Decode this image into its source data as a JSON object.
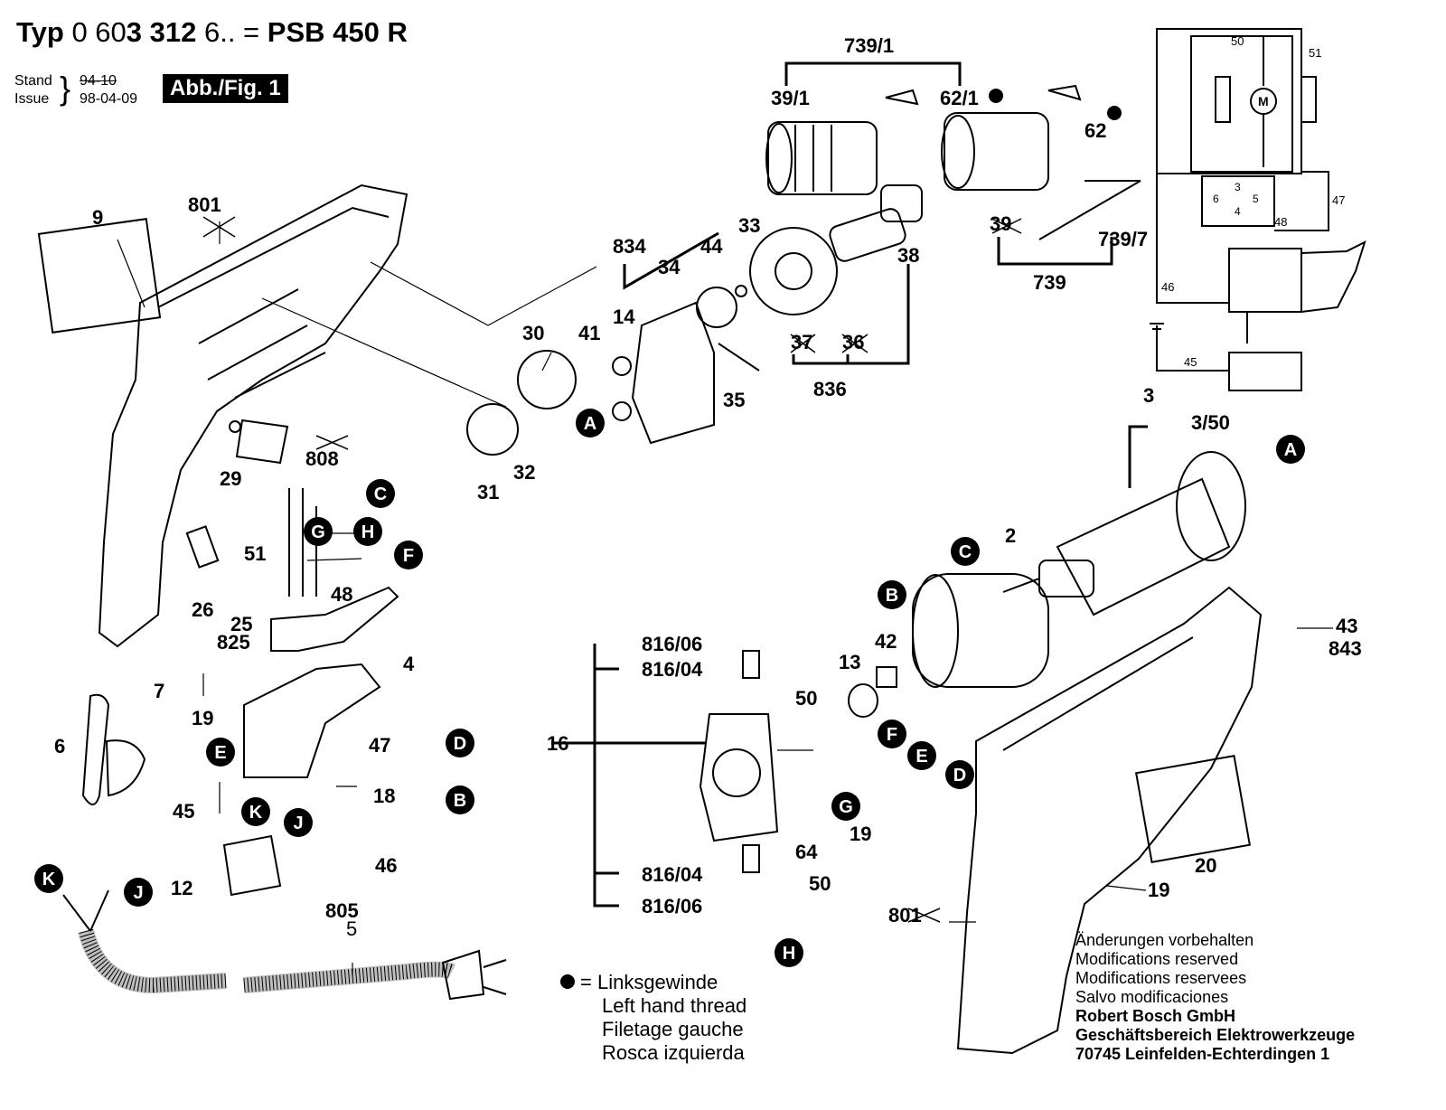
{
  "header": {
    "typ_label": "Typ",
    "number_a": "0 60",
    "number_b": "3 312",
    "number_c": " 6.. = ",
    "model": "PSB 450 R",
    "stand_label": "Stand",
    "issue_label": "Issue",
    "old_date": "94-10",
    "date": "98-04-09",
    "figure_label": "Abb./Fig. 1"
  },
  "legend": {
    "de": "= Linksgewinde",
    "en": "Left hand thread",
    "fr": "Filetage gauche",
    "es": "Rosca izquierda"
  },
  "notes": {
    "l1": "Änderungen vorbehalten",
    "l2": "Modifications reserved",
    "l3": "Modifications reservees",
    "l4": "Salvo modificaciones",
    "company": "Robert Bosch GmbH",
    "division": "Geschäftsbereich Elektrowerkzeuge",
    "address": "70745 Leinfelden-Echterdingen 1"
  },
  "part_labels": {
    "p739_1": "739/1",
    "p39_1": "39/1",
    "p62_1": "62/1",
    "p62": "62",
    "p9": "9",
    "p801a": "801",
    "p834": "834",
    "p33": "33",
    "p34": "34",
    "p44": "44",
    "p38": "38",
    "p39": "39",
    "p739_7": "739/7",
    "p739": "739",
    "p14": "14",
    "p41": "41",
    "p30": "30",
    "p37": "37",
    "p36": "36",
    "p35": "35",
    "p836": "836",
    "p29": "29",
    "p808": "808",
    "p31": "31",
    "p32": "32",
    "p3": "3",
    "p3_50": "3/50",
    "p51a": "51",
    "p48a": "48",
    "p26": "26",
    "p25": "25",
    "p825": "825",
    "p4": "4",
    "p7": "7",
    "p19a": "19",
    "p6": "6",
    "p47": "47",
    "p18": "18",
    "p45": "45",
    "p46": "46",
    "p12": "12",
    "p805": "805",
    "p5": "5",
    "p2": "2",
    "p42": "42",
    "p13": "13",
    "p43": "43",
    "p843": "843",
    "p816_06a": "816/06",
    "p816_04a": "816/04",
    "p16": "16",
    "p50a": "50",
    "p19b": "19",
    "p64": "64",
    "p816_04b": "816/04",
    "p50b": "50",
    "p816_06b": "816/06",
    "p20": "20",
    "p19c": "19",
    "p801b": "801"
  },
  "circuit_labels": {
    "n50": "50",
    "n51": "51",
    "motor": "M",
    "n3": "3",
    "n6": "6",
    "n5": "5",
    "n4": "4",
    "n47": "47",
    "n48": "48",
    "n46": "46",
    "n45": "45"
  },
  "callouts": {
    "a1": "A",
    "a2": "A",
    "b1": "B",
    "b2": "B",
    "c1": "C",
    "c2": "C",
    "d1": "D",
    "d2": "D",
    "e1": "E",
    "e2": "E",
    "f1": "F",
    "f2": "F",
    "g1": "G",
    "g2": "G",
    "h1": "H",
    "h2": "H",
    "j1": "J",
    "j2": "J",
    "k1": "K",
    "k2": "K"
  }
}
